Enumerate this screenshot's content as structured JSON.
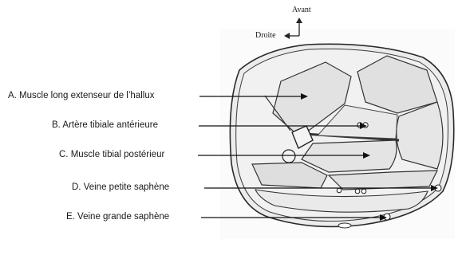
{
  "orientation": {
    "front": "Avant",
    "right": "Droite"
  },
  "labels": [
    "A. Muscle long extenseur de l’hallux",
    "B. Artère tibiale antérieure",
    "C. Muscle tibial postérieur",
    "D. Veine petite saphène",
    "E. Veine grande saphène"
  ]
}
